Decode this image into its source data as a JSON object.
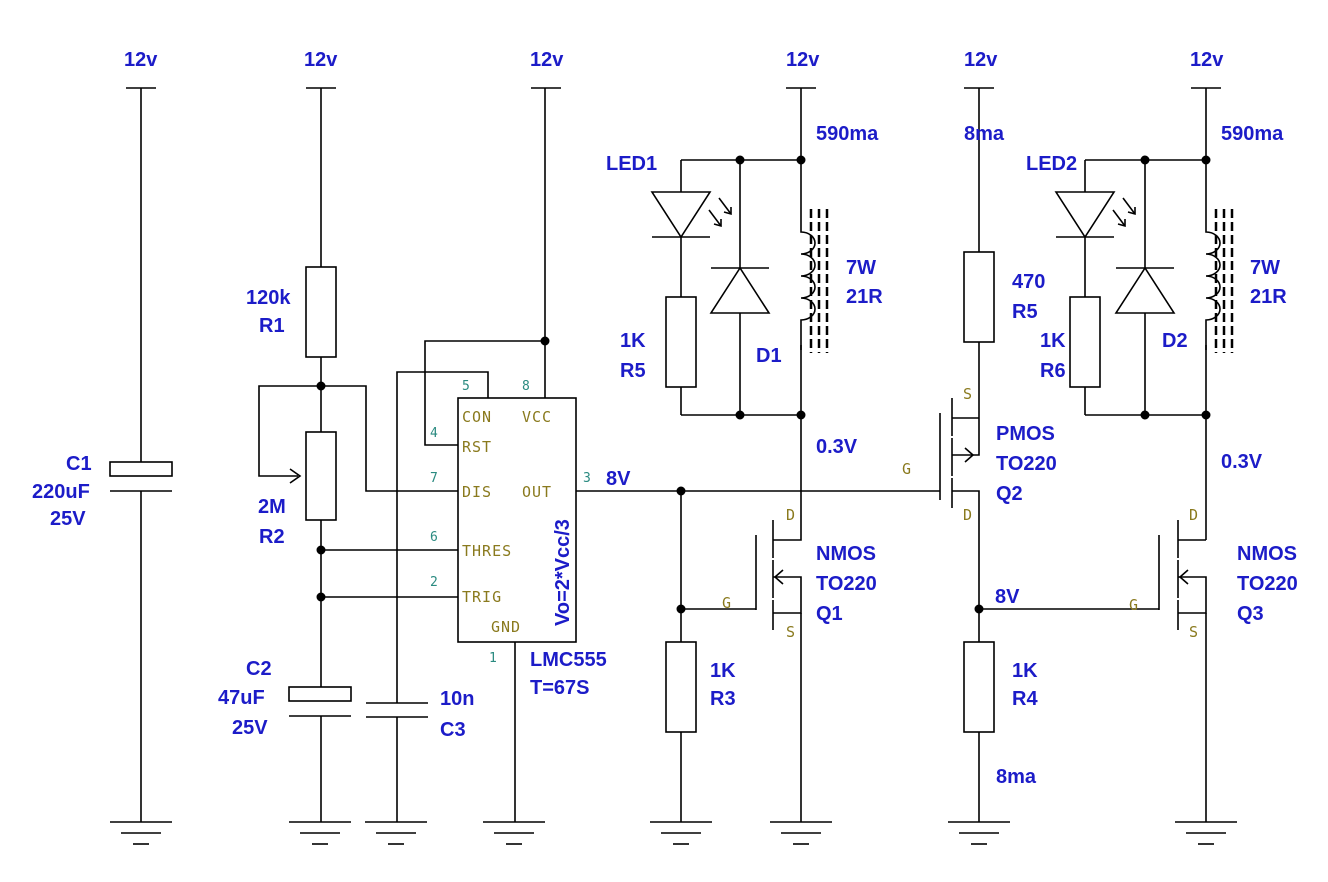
{
  "supply_label": "12v",
  "power_rails": [
    {
      "id": "rail-c1",
      "label": "12v"
    },
    {
      "id": "rail-r1",
      "label": "12v"
    },
    {
      "id": "rail-555",
      "label": "12v"
    },
    {
      "id": "rail-led1",
      "label": "12v"
    },
    {
      "id": "rail-q2",
      "label": "12v"
    },
    {
      "id": "rail-led2",
      "label": "12v"
    }
  ],
  "components": {
    "c1": {
      "ref": "C1",
      "value": "220uF",
      "rating": "25V"
    },
    "r1": {
      "ref": "R1",
      "value": "120k"
    },
    "r2": {
      "ref": "R2",
      "value": "2M"
    },
    "c2": {
      "ref": "C2",
      "value": "47uF",
      "rating": "25V"
    },
    "c3": {
      "ref": "C3",
      "value": "10n"
    },
    "ic": {
      "part": "LMC555",
      "timing": "T=67S",
      "formula": "Vo=2*Vcc/3"
    },
    "led1": {
      "ref": "LED1"
    },
    "led2": {
      "ref": "LED2"
    },
    "r5_left": {
      "ref": "R5",
      "value": "1K"
    },
    "r6": {
      "ref": "R6",
      "value": "1K"
    },
    "d1": {
      "ref": "D1"
    },
    "d2": {
      "ref": "D2"
    },
    "coil1": {
      "power": "7W",
      "resistance": "21R"
    },
    "coil2": {
      "power": "7W",
      "resistance": "21R"
    },
    "r3": {
      "ref": "R3",
      "value": "1K"
    },
    "r4": {
      "ref": "R4",
      "value": "1K"
    },
    "r5_right": {
      "ref": "R5",
      "value": "470"
    },
    "q1": {
      "ref": "Q1",
      "type": "NMOS",
      "package": "TO220"
    },
    "q2": {
      "ref": "Q2",
      "type": "PMOS",
      "package": "TO220"
    },
    "q3": {
      "ref": "Q3",
      "type": "NMOS",
      "package": "TO220"
    }
  },
  "ic_pins": {
    "con": "CON",
    "vcc": "VCC",
    "rst": "RST",
    "dis": "DIS",
    "out": "OUT",
    "thres": "THRES",
    "trig": "TRIG",
    "gnd": "GND",
    "n5": "5",
    "n8": "8",
    "n4": "4",
    "n7": "7",
    "n3": "3",
    "n6": "6",
    "n2": "2",
    "n1": "1"
  },
  "mosfet_pins": {
    "d": "D",
    "g": "G",
    "s": "S"
  },
  "annotations": {
    "coil1_current": "590ma",
    "coil2_current": "590ma",
    "q2_current_top": "8ma",
    "q2_current_bottom": "8ma",
    "q1_drain_voltage": "0.3V",
    "q3_drain_voltage": "0.3V",
    "out_voltage": "8V",
    "q3_gate_voltage": "8V"
  }
}
